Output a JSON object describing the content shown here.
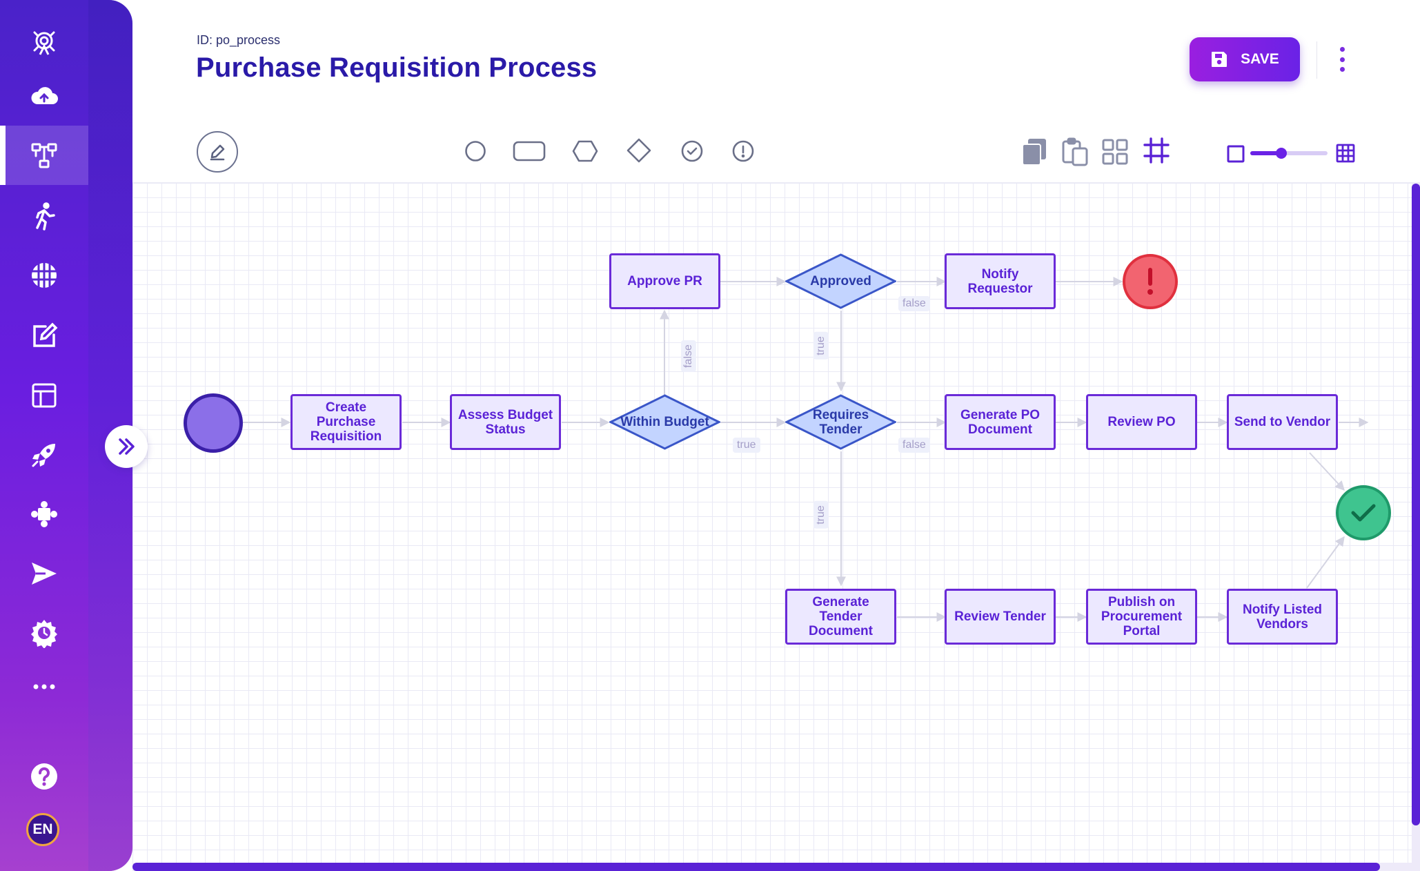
{
  "header": {
    "process_id": "ID: po_process",
    "title": "Purchase Requisition Process",
    "save_label": "SAVE"
  },
  "sidebar": {
    "items": [
      {
        "icon": "broadcast-icon",
        "active": false
      },
      {
        "icon": "cloud-upload-icon",
        "active": false
      },
      {
        "icon": "workflow-icon",
        "active": true
      },
      {
        "icon": "runner-icon",
        "active": false
      },
      {
        "icon": "data-grid-icon",
        "active": false
      },
      {
        "icon": "edit-note-icon",
        "active": false
      },
      {
        "icon": "layout-icon",
        "active": false
      },
      {
        "icon": "rocket-icon",
        "active": false
      },
      {
        "icon": "plugin-icon",
        "active": false
      },
      {
        "icon": "send-icon",
        "active": false
      },
      {
        "icon": "settings-clock-icon",
        "active": false
      },
      {
        "icon": "more-horizontal-icon",
        "active": false
      },
      {
        "icon": "help-icon",
        "active": false
      }
    ],
    "language": "EN"
  },
  "toolbar": {
    "shapes": [
      "circle-shape-icon",
      "rectangle-shape-icon",
      "hexagon-shape-icon",
      "diamond-shape-icon",
      "check-circle-shape-icon",
      "alert-circle-shape-icon"
    ],
    "actions": [
      "copy-icon",
      "paste-icon",
      "grid-layout-icon",
      "grid-snap-icon"
    ],
    "zoom_level": 0.4
  },
  "diagram": {
    "nodes": {
      "create_pr": "Create Purchase Requisition",
      "assess_budget": "Assess Budget Status",
      "within_budget": "Within Budget",
      "approve_pr": "Approve PR",
      "approved": "Approved",
      "notify_requestor": "Notify Requestor",
      "requires_tender": "Requires Tender",
      "generate_po": "Generate PO Document",
      "review_po": "Review PO",
      "send_vendor": "Send to Vendor",
      "generate_tender": "Generate Tender Document",
      "review_tender": "Review Tender",
      "publish": "Publish on Procurement Portal",
      "notify_vendors": "Notify Listed Vendors"
    },
    "edge_labels": {
      "within_budget_false": "false",
      "within_budget_true": "true",
      "approved_false": "false",
      "approved_true": "true",
      "requires_tender_false": "false",
      "requires_tender_true": "true"
    }
  },
  "colors": {
    "accent": "#6a22e6",
    "title": "#2a1aa8",
    "start_event": "#8b6fe8",
    "error_event": "#f26470",
    "end_event": "#3fc48f"
  }
}
